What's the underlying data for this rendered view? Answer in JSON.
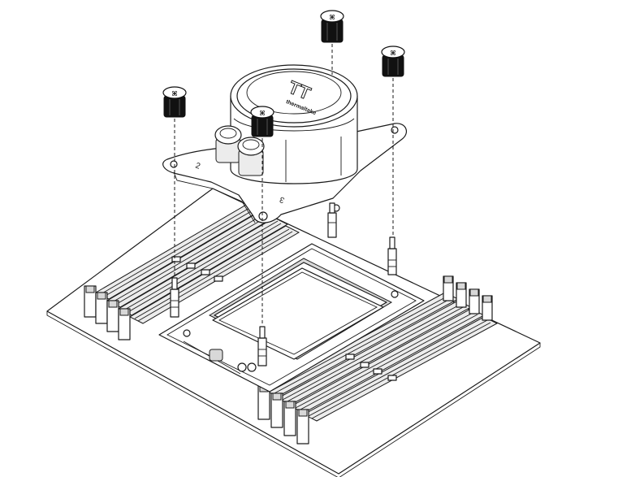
{
  "brand": {
    "logo_text": "thermaltake",
    "logo_glyph": "TT"
  },
  "bracket_labels": {
    "left": "2",
    "bottom": "3"
  },
  "colors": {
    "line": "#1a1a1a",
    "fill": "#ffffff",
    "shade": "#d8d8d8",
    "nut": "#111111"
  }
}
